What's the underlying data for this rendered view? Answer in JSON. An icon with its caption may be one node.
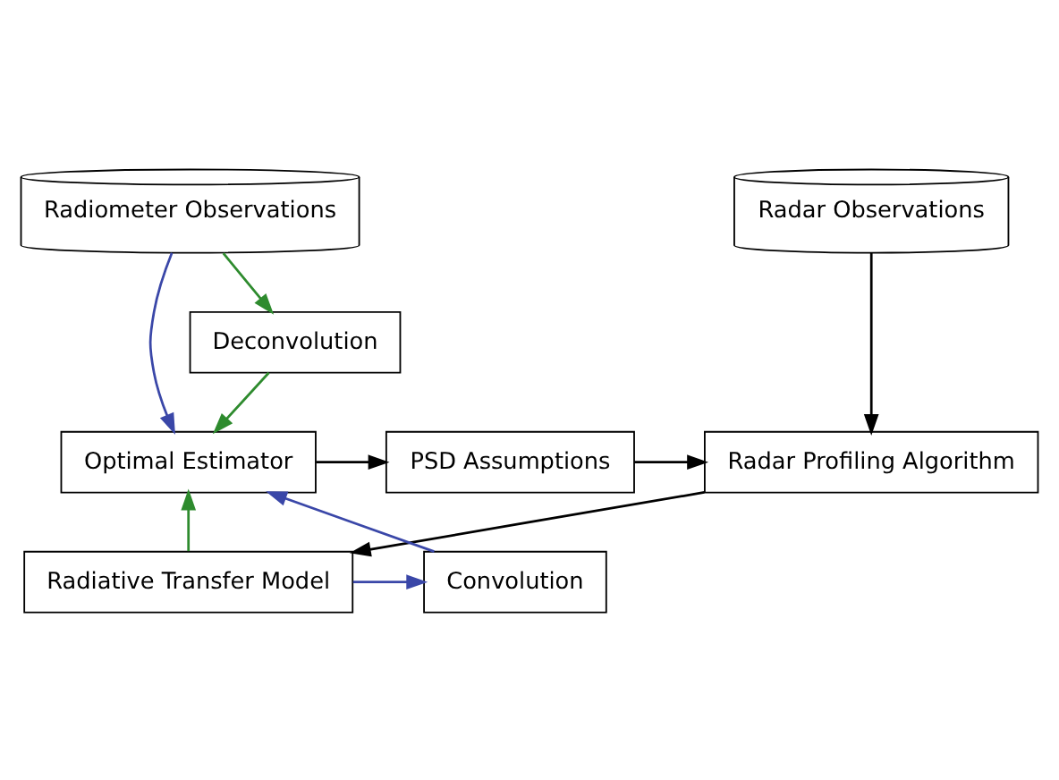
{
  "diagram": {
    "nodes": [
      {
        "text": [
          "Radiometer Observations"
        ]
      },
      {
        "text": [
          "Deconvolution"
        ]
      },
      {
        "text": [
          "Radar Observations"
        ]
      },
      {
        "text": [
          "Optimal Estimator"
        ]
      },
      {
        "text": [
          "PSD Assumptions"
        ]
      },
      {
        "text": [
          "Radar Profiling Algorithm"
        ]
      },
      {
        "text": [
          "Convolution"
        ]
      },
      {
        "text": [
          "Radiative Transfer Model"
        ]
      }
    ],
    "edges": [
      {
        "from": 0,
        "to": 1,
        "arrow": "to",
        "color": "#2e8b2e"
      },
      {
        "from": 0,
        "to": 3,
        "arrow": "to",
        "color": "#3a47a8"
      },
      {
        "from": 1,
        "to": 3,
        "arrow": "to",
        "color": "#2e8b2e"
      },
      {
        "from": 2,
        "to": 5,
        "arrow": "to"
      },
      {
        "from": 3,
        "to": 4,
        "arrow": "to"
      },
      {
        "from": 4,
        "to": 5,
        "arrow": "to"
      },
      {
        "from": 5,
        "to": 7,
        "arrow": "to"
      },
      {
        "from": 7,
        "to": 3,
        "arrow": "to",
        "color": "#2e8b2e"
      },
      {
        "from": 7,
        "to": 6,
        "arrow": "to",
        "color": "#3a47a8"
      },
      {
        "from": 6,
        "to": 3,
        "arrow": "to",
        "color": "#3a47a8"
      }
    ]
  }
}
